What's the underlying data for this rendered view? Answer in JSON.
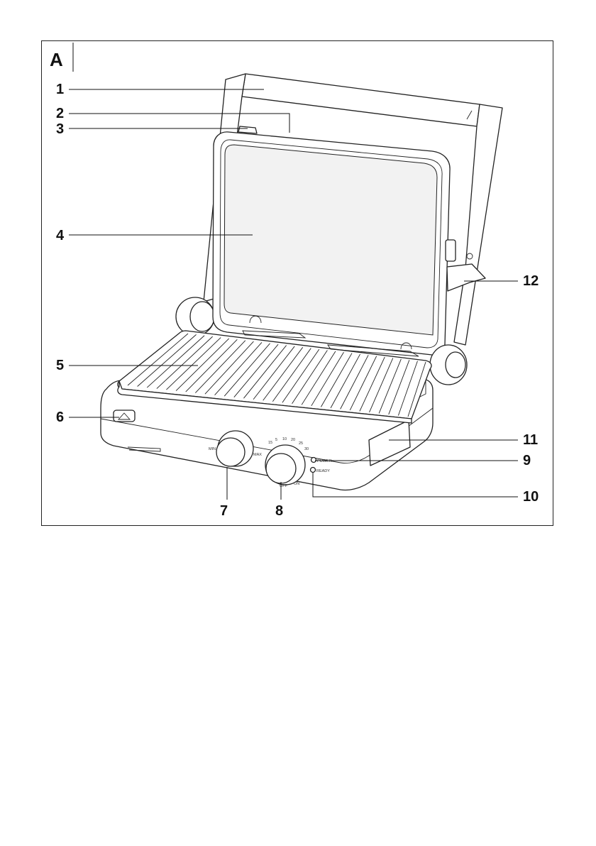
{
  "figure": {
    "letter": "A",
    "callouts": [
      "1",
      "2",
      "3",
      "4",
      "5",
      "6",
      "7",
      "8",
      "9",
      "10",
      "11",
      "12"
    ]
  },
  "device_labels": {
    "knob7_min": "MIN",
    "knob7_max": "MAX",
    "knob8_marks": [
      "15",
      "5",
      "10",
      "20",
      "25",
      "30"
    ],
    "knob8_off": "OFF",
    "knob8_on": "ON",
    "power": "POWER",
    "ready": "READY"
  }
}
